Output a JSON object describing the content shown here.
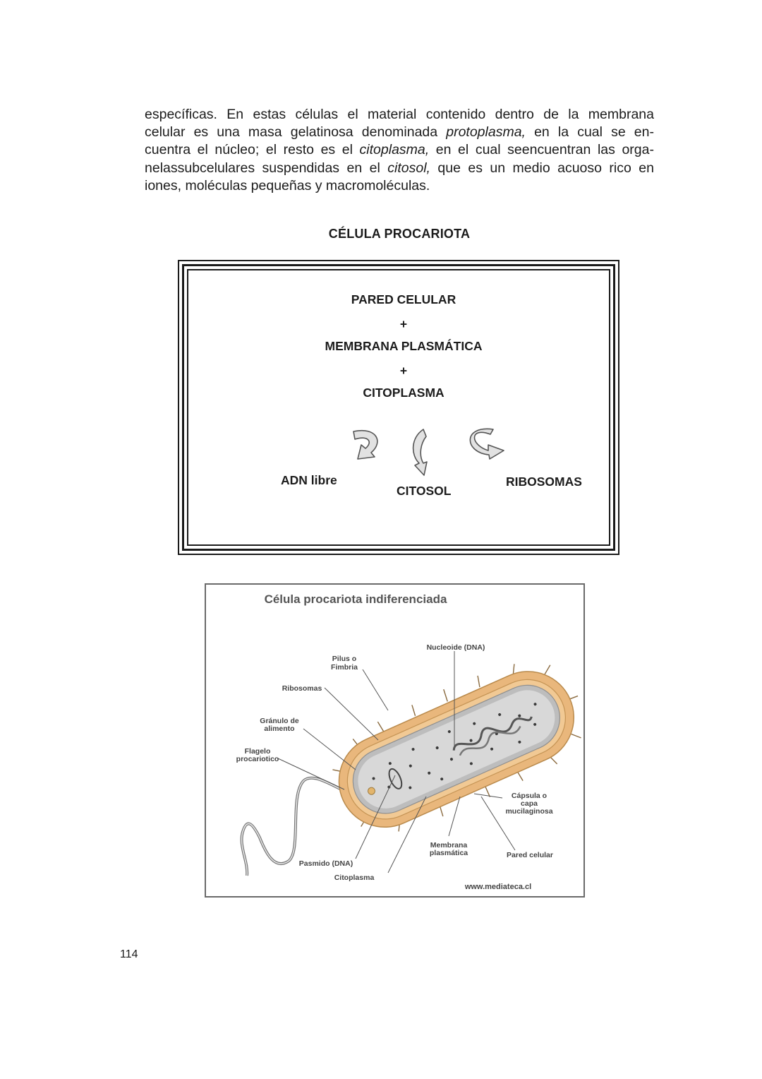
{
  "paragraph": {
    "line1": "específicas. En estas células el material contenido dentro de la membrana",
    "line2_a": "celular es una masa gelatinosa denominada ",
    "line2_i": "protoplasma,",
    "line2_b": " en la cual se en-",
    "line3_a": "cuentra el núcleo; el resto es el ",
    "line3_i": "citoplasma,",
    "line3_b": " en el cual seencuentran las orga-",
    "line4_a": "nelassubcelulares suspendidas en el ",
    "line4_i": "citosol,",
    "line4_b": " que es un medio acuoso rico en",
    "line5": "iones, moléculas pequeñas y macromoléculas."
  },
  "section_title": "CÉLULA PROCARIOTA",
  "concept_box": {
    "line1": "PARED CELULAR",
    "plus1": "+",
    "line2": "MEMBRANA PLASMÁTICA",
    "plus2": "+",
    "line3": "CITOPLASMA",
    "left_item": "ADN libre",
    "center_item": "CITOSOL",
    "right_item": "RIBOSOMAS"
  },
  "figure": {
    "title": "Célula procariota indiferenciada",
    "labels": {
      "nucleoide": "Nucleoide (DNA)",
      "pilus_1": "Pilus o",
      "pilus_2": "Fimbria",
      "ribosomas": "Ribosomas",
      "granulo_1": "Gránulo de",
      "granulo_2": "alimento",
      "flagelo_1": "Flagelo",
      "flagelo_2": "procariotico",
      "capsula_1": "Cápsula o",
      "capsula_2": "capa",
      "capsula_3": "mucilaginosa",
      "membrana_1": "Membrana",
      "membrana_2": "plasmática",
      "pared": "Pared celular",
      "pasmido": "Pasmido (DNA)",
      "citoplasma": "Citoplasma",
      "credit": "www.mediateca.cl"
    }
  },
  "page_number": "114",
  "colors": {
    "text": "#1c1c1c",
    "cell_capsule": "#e9b77c",
    "cytoplasm": "#cfcfcf"
  }
}
